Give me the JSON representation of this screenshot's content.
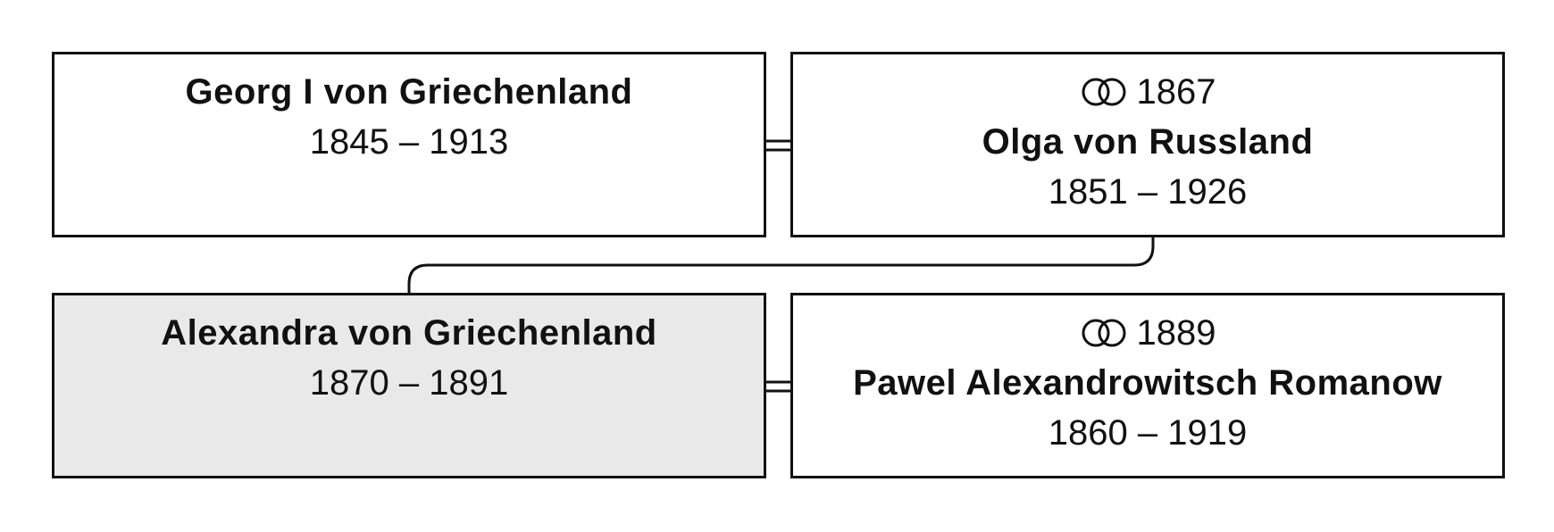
{
  "diagram": {
    "persons": [
      {
        "name": "Georg I von Griechenland",
        "dates": "1845 – 1913",
        "highlighted": false
      },
      {
        "marriage_icon": "rings-icon",
        "marriage_year": "1867",
        "name": "Olga von Russland",
        "dates": "1851 – 1926",
        "highlighted": false
      },
      {
        "name": "Alexandra von Griechenland",
        "dates": "1870 – 1891",
        "highlighted": true
      },
      {
        "marriage_icon": "rings-icon",
        "marriage_year": "1889",
        "name": "Pawel Alexandrowitsch Romanow",
        "dates": "1860 – 1919",
        "highlighted": false
      }
    ],
    "colors": {
      "border": "#111111",
      "highlight_fill": "#e9e9e9",
      "background": "#ffffff"
    }
  }
}
